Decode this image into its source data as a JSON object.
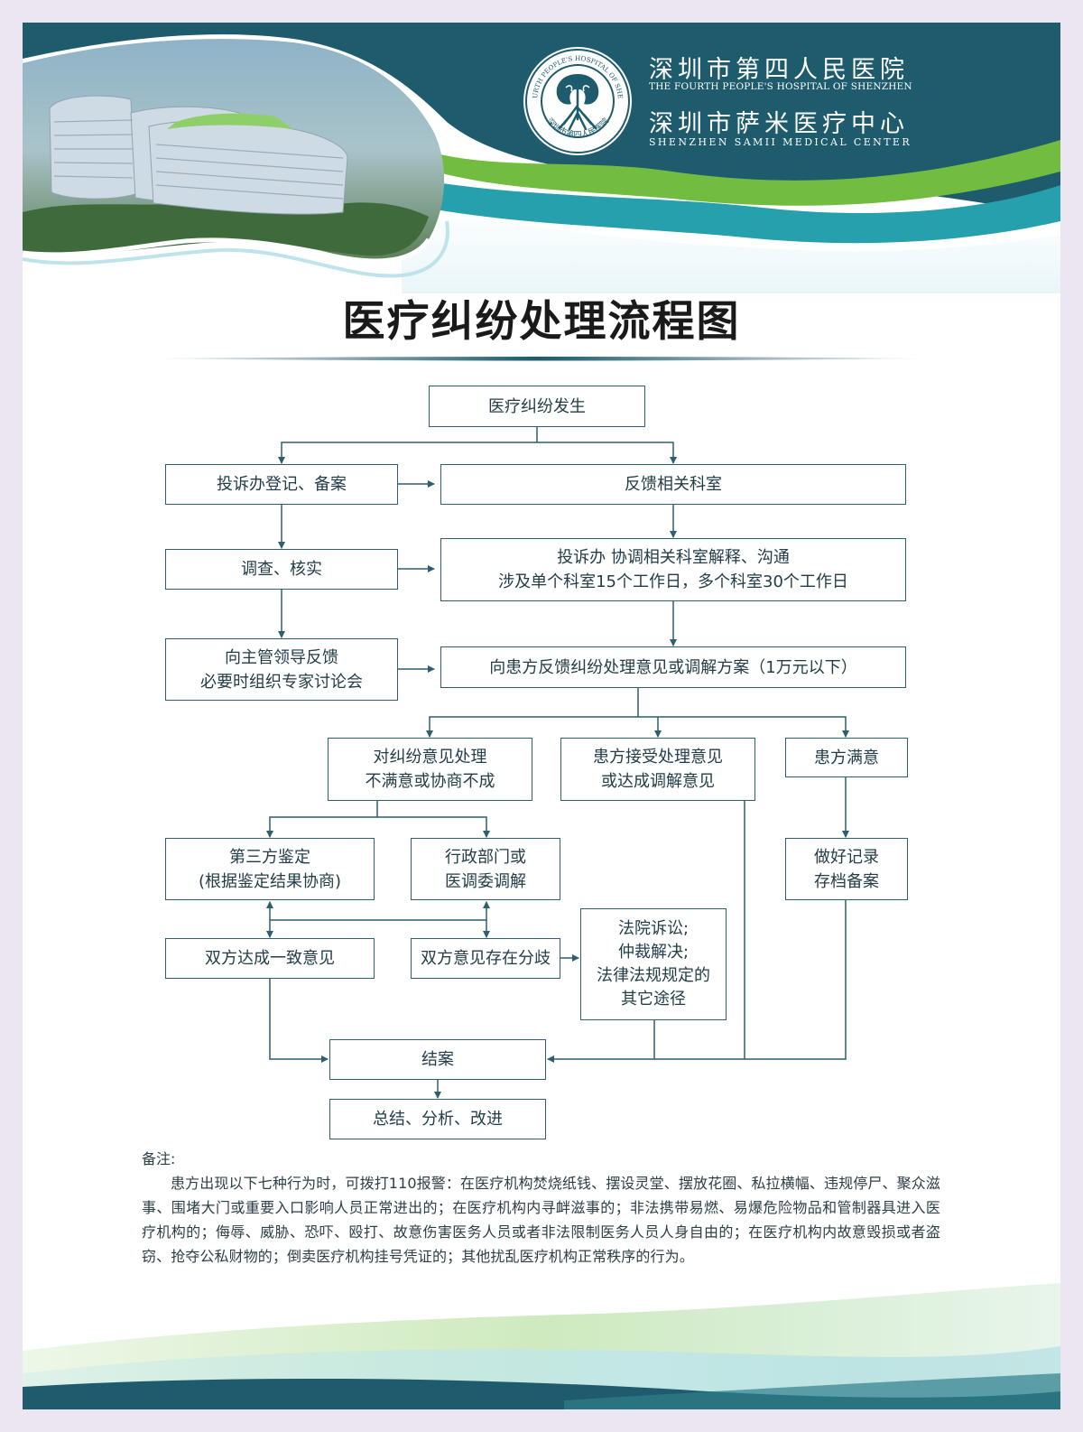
{
  "header": {
    "hospital_name_cn": "深圳市第四人民医院",
    "hospital_name_en": "THE FOURTH PEOPLE'S HOSPITAL OF SHENZHEN",
    "center_name_cn": "深圳市萨米医疗中心",
    "center_name_en": "SHENZHEN SAMII MEDICAL CENTER",
    "logo_ring_text_en": "THE FOURTH PEOPLE'S HOSPITAL OF SHENZHEN",
    "logo_ring_text_cn": "深圳市第四人民医院"
  },
  "title": "医疗纠纷处理流程图",
  "flow": {
    "start": "医疗纠纷发生",
    "register": "投诉办登记、备案",
    "feedback_dept": "反馈相关科室",
    "investigate": "调查、核实",
    "coordinate": [
      "投诉办 协调相关科室解释、沟通",
      "涉及单个科室15个工作日，多个科室30个工作日"
    ],
    "report_leader": [
      "向主管领导反馈",
      "必要时组织专家讨论会"
    ],
    "feedback_patient": "向患方反馈纠纷处理意见或调解方案（1万元以下）",
    "unsatisfied": [
      "对纠纷意见处理",
      "不满意或协商不成"
    ],
    "accept": [
      "患方接受处理意见",
      "或达成调解意见"
    ],
    "satisfied": "患方满意",
    "third_party": [
      "第三方鉴定",
      "(根据鉴定结果协商)"
    ],
    "admin_mediation": [
      "行政部门或",
      "医调委调解"
    ],
    "record": [
      "做好记录",
      "存档备案"
    ],
    "agreement": "双方达成一致意见",
    "disagreement": "双方意见存在分歧",
    "legal": [
      "法院诉讼;",
      "仲裁解决;",
      "法律法规规定的",
      "其它途径"
    ],
    "close_case": "结案",
    "summary": "总结、分析、改进"
  },
  "notes": {
    "label": "备注:",
    "text": "患方出现以下七种行为时，可拨打110报警：在医疗机构焚烧纸钱、摆设灵堂、摆放花圈、私拉横幅、违规停尸、聚众滋事、围堵大门或重要入口影响人员正常进出的；在医疗机构内寻衅滋事的；非法携带易燃、易爆危险物品和管制器具进入医疗机构的；侮辱、威胁、恐吓、殴打、故意伤害医务人员或者非法限制医务人员人身自由的；在医疗机构内故意毁损或者盗窃、抢夺公私财物的；倒卖医疗机构挂号凭证的；其他扰乱医疗机构正常秩序的行为。"
  },
  "colors": {
    "header_dark": "#1e5b6c",
    "accent_green": "#72bd3f",
    "accent_teal": "#27a0ad",
    "line": "#2d5f6e"
  }
}
